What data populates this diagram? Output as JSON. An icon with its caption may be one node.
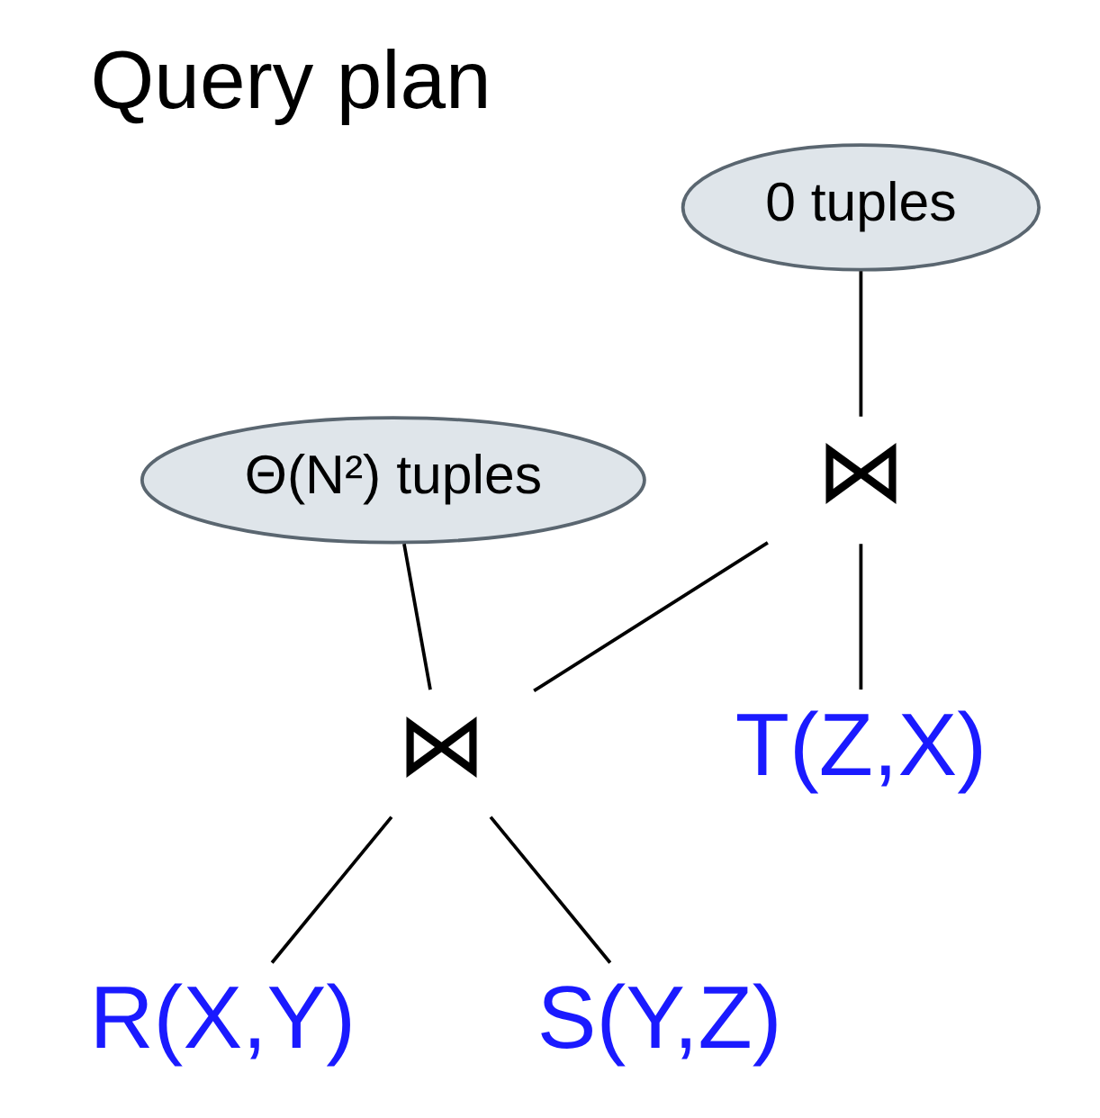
{
  "diagram": {
    "title": "Query plan",
    "nodes": [
      {
        "text": [
          "0 tuples"
        ]
      },
      {
        "text": [
          "⋈"
        ]
      },
      {
        "text": [
          "Θ(N²) tuples"
        ]
      },
      {
        "text": [
          "⋈"
        ]
      },
      {
        "text": [
          "T(Z,X)"
        ]
      },
      {
        "text": [
          "R(X,Y)"
        ]
      },
      {
        "text": [
          "S(Y,Z)"
        ]
      }
    ],
    "edges": [
      {
        "from": 0,
        "to": 1,
        "arrow": "none"
      },
      {
        "from": 1,
        "to": 3,
        "arrow": "none"
      },
      {
        "from": 1,
        "to": 4,
        "arrow": "none"
      },
      {
        "from": 2,
        "to": 3,
        "arrow": "none"
      },
      {
        "from": 3,
        "to": 5,
        "arrow": "none"
      },
      {
        "from": 3,
        "to": 6,
        "arrow": "none"
      }
    ]
  }
}
